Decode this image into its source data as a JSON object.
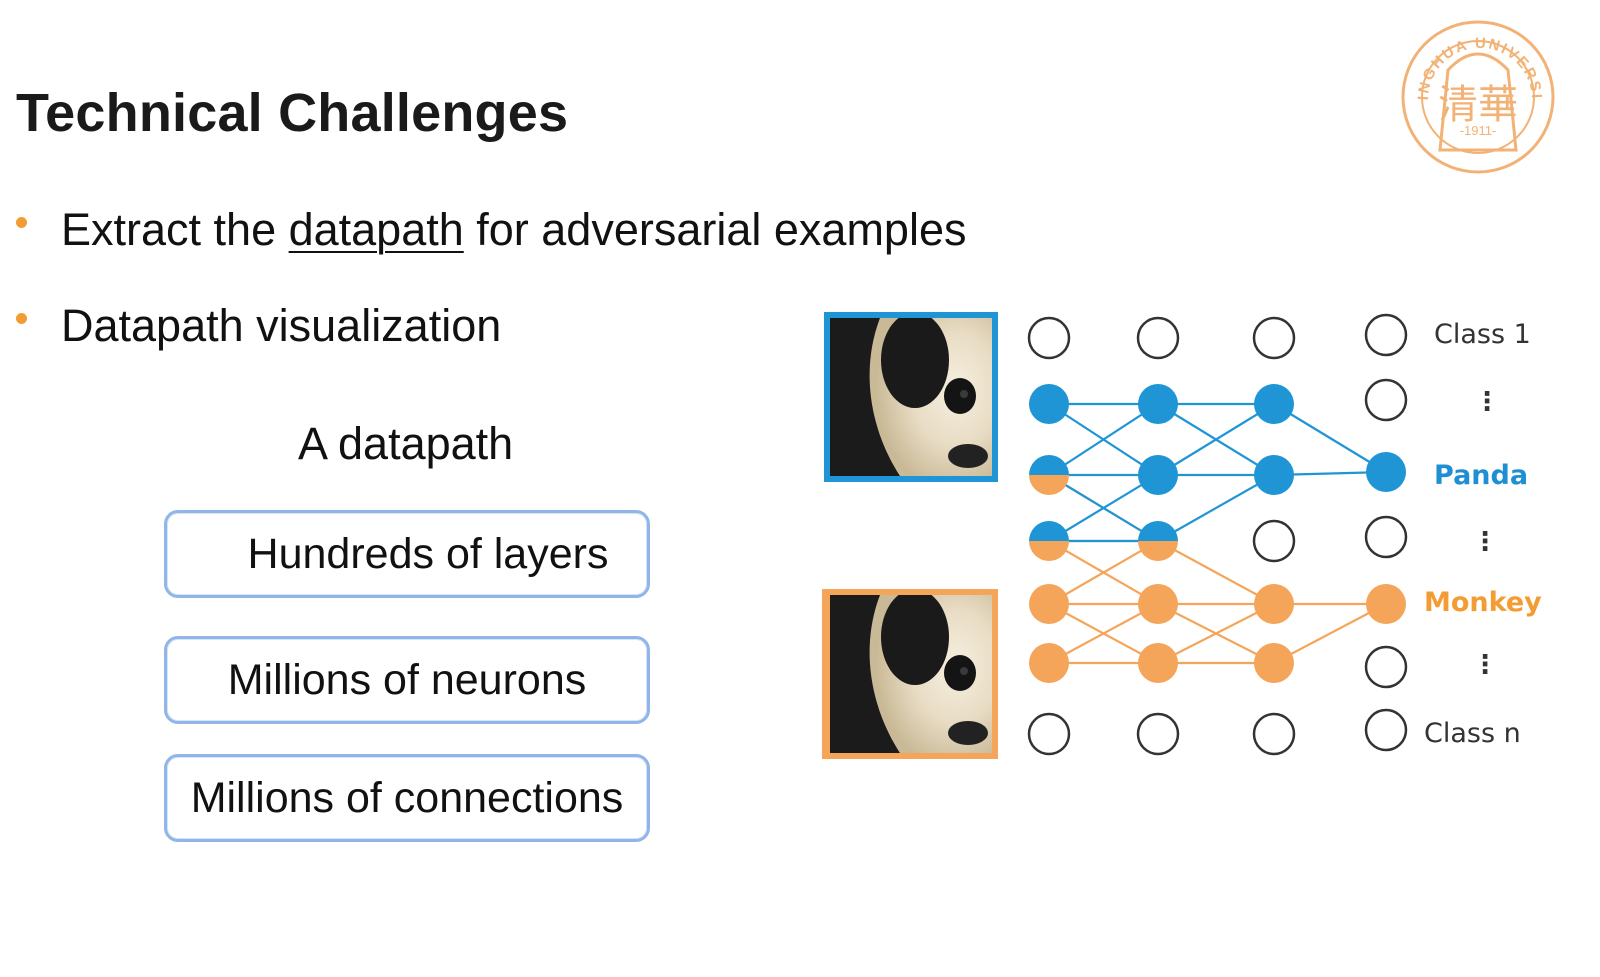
{
  "slide": {
    "title": "Technical Challenges",
    "bullets": [
      {
        "before": "Extract the ",
        "underlined": "datapath",
        "after": " for adversarial examples"
      },
      {
        "text": "Datapath visualization"
      }
    ],
    "subtitle": "A datapath",
    "boxes": [
      "Hundreds of layers",
      "Millions of neurons",
      "Millions of connections"
    ]
  },
  "logo": {
    "arc_text": "TSINGHUA UNIVERSITY",
    "glyphs": "清華",
    "year": "-1911-"
  },
  "network": {
    "class_labels": [
      {
        "id": "class1",
        "text": "Class 1",
        "color": "#333333",
        "bold": false
      },
      {
        "id": "panda",
        "text": "Panda",
        "color": "#1f8fd4",
        "bold": true
      },
      {
        "id": "monkey",
        "text": "Monkey",
        "color": "#f39c34",
        "bold": true
      },
      {
        "id": "classn",
        "text": "Class n",
        "color": "#333333",
        "bold": false
      }
    ],
    "ellipsis": "⋮",
    "colors": {
      "blue": "#1f95d6",
      "orange": "#f5a55a",
      "outline": "#333333"
    }
  }
}
